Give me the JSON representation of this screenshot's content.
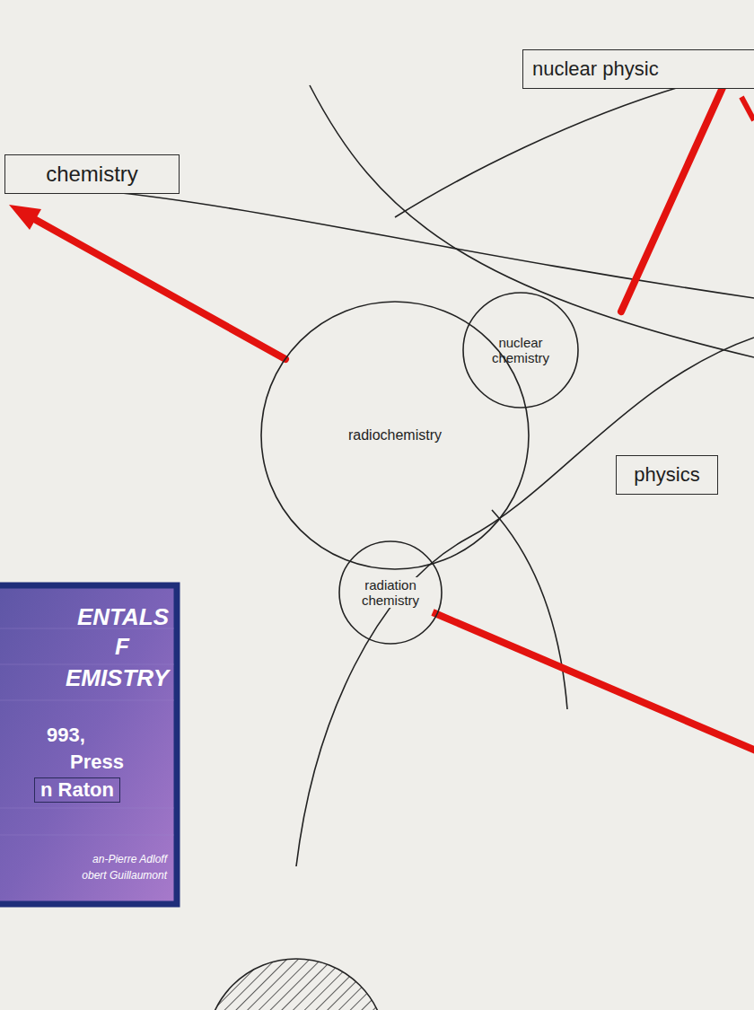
{
  "diagram": {
    "nodes": [
      {
        "text": [
          "nuclear physic"
        ]
      },
      {
        "text": [
          "chemistry"
        ]
      },
      {
        "text": [
          "nuclear chemistry"
        ]
      },
      {
        "text": [
          "radiochemistry"
        ]
      },
      {
        "text": [
          "physics"
        ]
      },
      {
        "text": [
          "radiation chemistry"
        ]
      }
    ],
    "labels": [
      "ENTALS",
      "F",
      "EMISTRY",
      "993,",
      "Press",
      "n Raton",
      "an-Pierre Adloff",
      "obert Guillaumont"
    ]
  }
}
